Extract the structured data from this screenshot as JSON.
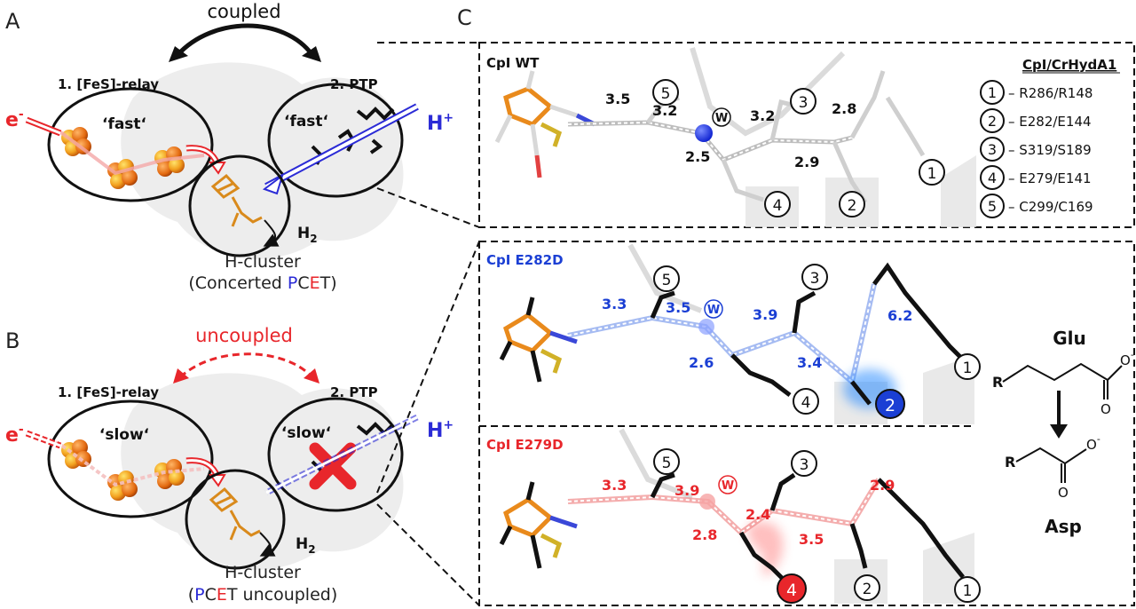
{
  "panels": {
    "a": {
      "letter": "A",
      "coupling": "coupled",
      "relay_label": "1. [FeS]-relay",
      "ptp_label": "2. PTP",
      "relay_speed": "‘fast‘",
      "ptp_speed": "‘fast‘",
      "electron": "e",
      "electron_sup": "-",
      "proton": "H",
      "proton_sup": "+",
      "h2": "H",
      "h2_sub": "2",
      "cluster_title": "H-cluster",
      "cluster_sub": {
        "open": "(Concerted ",
        "p": "P",
        "c": "C",
        "e": "E",
        "t": "T)"
      }
    },
    "b": {
      "letter": "B",
      "coupling": "uncoupled",
      "relay_label": "1. [FeS]-relay",
      "ptp_label": "2. PTP",
      "relay_speed": "‘slow‘",
      "ptp_speed": "‘slow‘",
      "electron": "e",
      "electron_sup": "-",
      "proton": "H",
      "proton_sup": "+",
      "h2": "H",
      "h2_sub": "2",
      "cluster_title": "H-cluster",
      "cluster_sub": {
        "open": "(",
        "p": "P",
        "c": "C",
        "e": "E",
        "t": "T uncoupled)"
      }
    },
    "c": {
      "letter": "C",
      "wt": {
        "title": "CpI WT",
        "distances": [
          "3.5",
          "3.2",
          "2.5",
          "3.2",
          "2.8",
          "2.9"
        ],
        "water": "W",
        "residues": [
          "5",
          "3",
          "1",
          "4",
          "2"
        ]
      },
      "e282d": {
        "title": "CpI E282D",
        "distances": [
          "3.3",
          "3.5",
          "2.6",
          "3.9",
          "3.4",
          "6.2"
        ],
        "water": "W",
        "residues": [
          "5",
          "3",
          "1",
          "4",
          "2"
        ]
      },
      "e279d": {
        "title": "CpI E279D",
        "distances": [
          "3.3",
          "3.9",
          "2.8",
          "2.4",
          "3.5",
          "2.9"
        ],
        "water": "W",
        "residues": [
          "5",
          "3",
          "1",
          "2",
          "4"
        ]
      },
      "legend": {
        "title": "CpI/CrHydA1",
        "items": [
          {
            "num": "1",
            "text": "– R286/R148"
          },
          {
            "num": "2",
            "text": "– E282/E144"
          },
          {
            "num": "3",
            "text": "– S319/S189"
          },
          {
            "num": "4",
            "text": "– E279/E141"
          },
          {
            "num": "5",
            "text": "– C299/C169"
          }
        ]
      },
      "mutation": {
        "from": "Glu",
        "to": "Asp",
        "r": "R",
        "o": "O",
        "ominus": "-"
      }
    }
  },
  "colors": {
    "electron": "#e8262b",
    "proton": "#2b2bd6",
    "e282d": "#1b3fd4",
    "e279d": "#e8262b",
    "fes": "#e98a1c"
  }
}
